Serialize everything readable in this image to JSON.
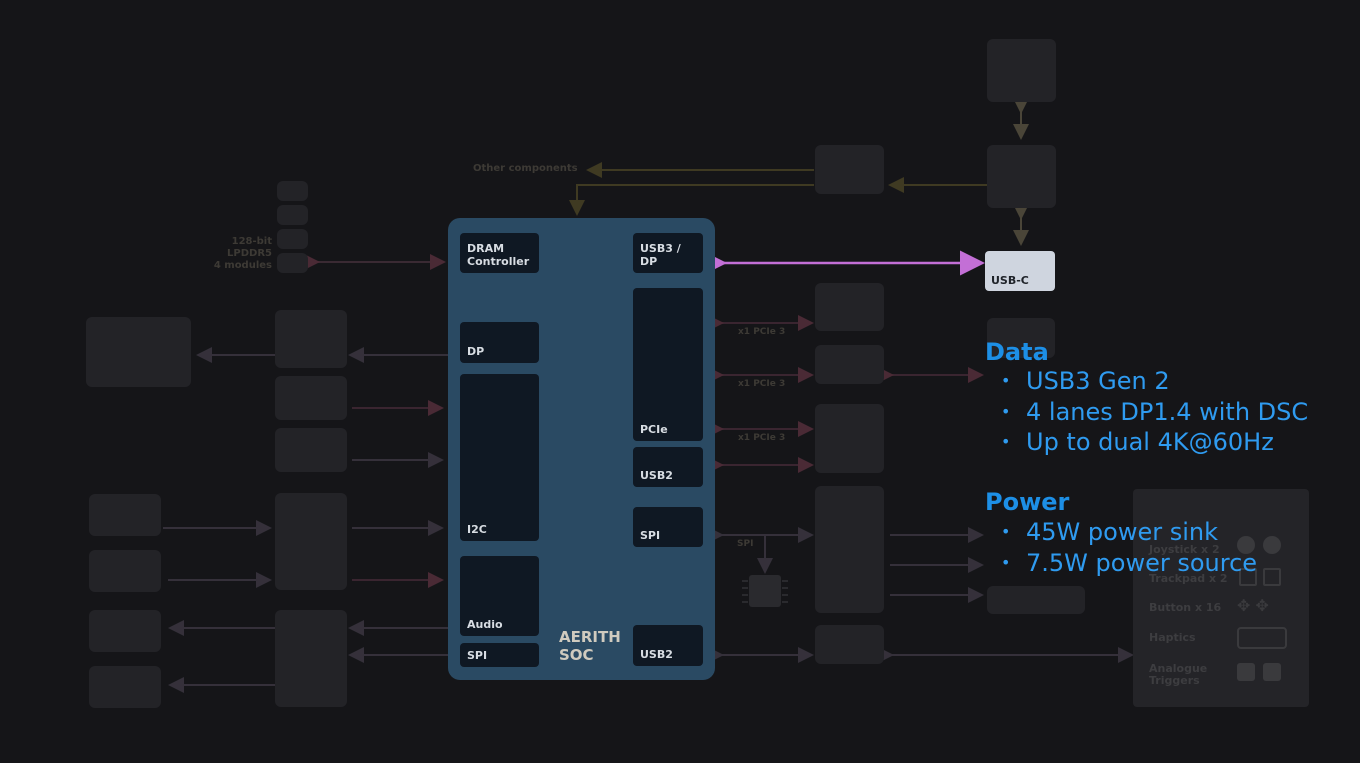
{
  "soc": {
    "title_line1": "AERITH",
    "title_line2": "SOC",
    "blocks": {
      "dram_line1": "DRAM",
      "dram_line2": "Controller",
      "dp": "DP",
      "i2c": "I2C",
      "audio": "Audio",
      "spi_left": "SPI",
      "usb3_line1": "USB3 /",
      "usb3_line2": "DP",
      "pcie": "PCIe",
      "usb2_top": "USB2",
      "spi_right": "SPI",
      "usb2_bottom": "USB2"
    }
  },
  "usb_c": "USB-C",
  "ghost": {
    "other_components": "Other components",
    "lpddr_line1": "128-bit",
    "lpddr_line2": "LPDDR5",
    "lpddr_line3": "4 modules",
    "pcie_lane_1": "x1 PCIe 3",
    "pcie_lane_2": "x1 PCIe 3",
    "pcie_lane_3": "x1 PCIe 3",
    "spi_small": "SPI"
  },
  "info": {
    "data_heading": "Data",
    "data_items": [
      "USB3 Gen 2",
      "4 lanes DP1.4 with DSC",
      "Up to dual 4K@60Hz"
    ],
    "power_heading": "Power",
    "power_items": [
      "45W power sink",
      "7.5W power source"
    ]
  },
  "controls_panel": {
    "joystick": "Joystick x 2",
    "trackpad": "Trackpad x 2",
    "button": "Button x 16",
    "haptics": "Haptics",
    "triggers_line1": "Analogue",
    "triggers_line2": "Triggers"
  },
  "colors": {
    "background": "#151518",
    "soc_fill": "#2a4a63",
    "block_fill": "#0f1823",
    "highlight_link": "#c36fd6",
    "accent_text": "#2f9bf0",
    "usb_c_fill": "#cfd5df"
  }
}
